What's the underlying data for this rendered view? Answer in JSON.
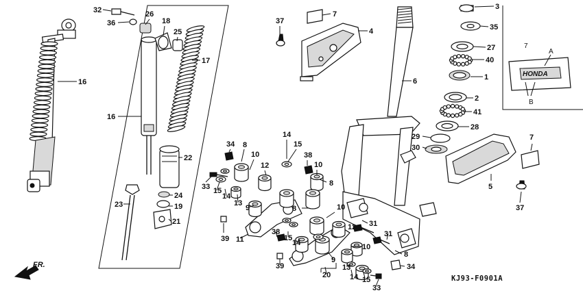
{
  "diagram_code": "KJ93-F0901A",
  "direction_label": "FR.",
  "brand_mark": "HONDA",
  "inset": {
    "part_no": "7",
    "label_a": "A",
    "label_b": "B"
  },
  "callouts": [
    {
      "id": "c32",
      "text": "32"
    },
    {
      "id": "c36",
      "text": "36"
    },
    {
      "id": "c26",
      "text": "26"
    },
    {
      "id": "c18",
      "text": "18"
    },
    {
      "id": "c25",
      "text": "25"
    },
    {
      "id": "c17",
      "text": "17"
    },
    {
      "id": "c16a",
      "text": "16"
    },
    {
      "id": "c16b",
      "text": "16"
    },
    {
      "id": "c22",
      "text": "22"
    },
    {
      "id": "c24",
      "text": "24"
    },
    {
      "id": "c19",
      "text": "19"
    },
    {
      "id": "c23",
      "text": "23"
    },
    {
      "id": "c21",
      "text": "21"
    },
    {
      "id": "c37a",
      "text": "37"
    },
    {
      "id": "c7a",
      "text": "7"
    },
    {
      "id": "c4",
      "text": "4"
    },
    {
      "id": "c6",
      "text": "6"
    },
    {
      "id": "c3",
      "text": "3"
    },
    {
      "id": "c35",
      "text": "35"
    },
    {
      "id": "c27",
      "text": "27"
    },
    {
      "id": "c40",
      "text": "40"
    },
    {
      "id": "c1",
      "text": "1"
    },
    {
      "id": "c2",
      "text": "2"
    },
    {
      "id": "c41",
      "text": "41"
    },
    {
      "id": "c28",
      "text": "28"
    },
    {
      "id": "c29",
      "text": "29"
    },
    {
      "id": "c30",
      "text": "30"
    },
    {
      "id": "c5",
      "text": "5"
    },
    {
      "id": "c7b",
      "text": "7"
    },
    {
      "id": "c37b",
      "text": "37"
    },
    {
      "id": "c34a",
      "text": "34"
    },
    {
      "id": "c8a",
      "text": "8"
    },
    {
      "id": "c14a",
      "text": "14"
    },
    {
      "id": "c15a",
      "text": "15"
    },
    {
      "id": "c38a",
      "text": "38"
    },
    {
      "id": "c10a",
      "text": "10"
    },
    {
      "id": "c12a",
      "text": "12"
    },
    {
      "id": "c33a",
      "text": "33"
    },
    {
      "id": "c15b",
      "text": "15"
    },
    {
      "id": "c14b",
      "text": "14"
    },
    {
      "id": "c13a",
      "text": "13"
    },
    {
      "id": "c9a",
      "text": "9"
    },
    {
      "id": "c11",
      "text": "11"
    },
    {
      "id": "c39a",
      "text": "39"
    },
    {
      "id": "c10b",
      "text": "10"
    },
    {
      "id": "c8b",
      "text": "8"
    },
    {
      "id": "c8c",
      "text": "8"
    },
    {
      "id": "c10c",
      "text": "10"
    },
    {
      "id": "c31a",
      "text": "31"
    },
    {
      "id": "c12b",
      "text": "12"
    },
    {
      "id": "c38b",
      "text": "38"
    },
    {
      "id": "c15c",
      "text": "15"
    },
    {
      "id": "c14c",
      "text": "14"
    },
    {
      "id": "c31b",
      "text": "31"
    },
    {
      "id": "c10d",
      "text": "10"
    },
    {
      "id": "c9b",
      "text": "9"
    },
    {
      "id": "c39b",
      "text": "39"
    },
    {
      "id": "c13b",
      "text": "13"
    },
    {
      "id": "c8d",
      "text": "8"
    },
    {
      "id": "c34b",
      "text": "34"
    },
    {
      "id": "c20",
      "text": "20"
    },
    {
      "id": "c14d",
      "text": "14"
    },
    {
      "id": "c15d",
      "text": "15"
    },
    {
      "id": "c33b",
      "text": "33"
    }
  ]
}
